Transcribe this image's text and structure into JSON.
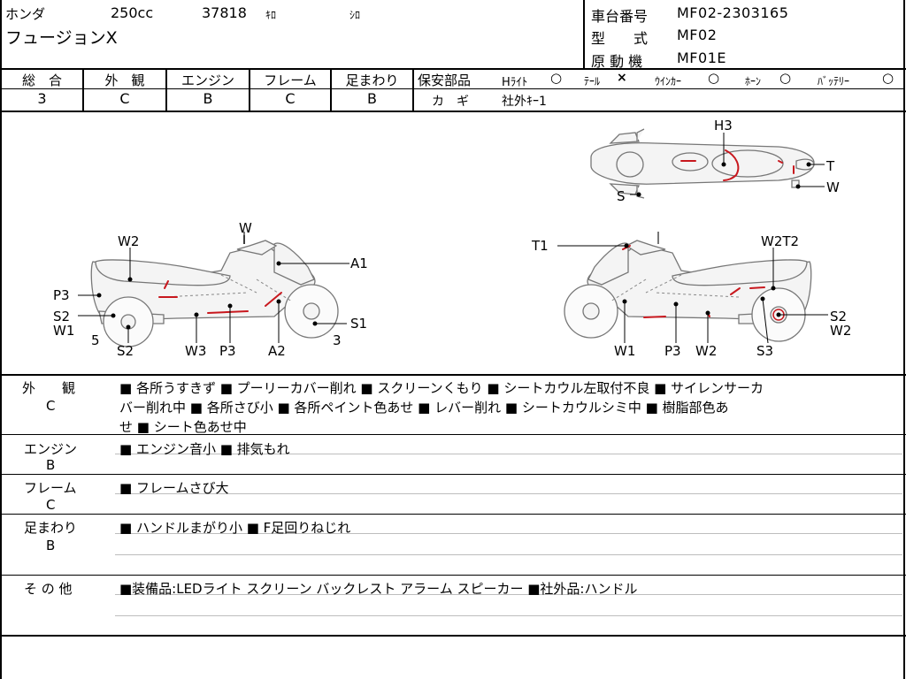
{
  "vehicle": {
    "maker": "ホンダ",
    "displacement": "250cc",
    "mileage": "37818",
    "mileage_unit": "ｷﾛ",
    "color": "ｼﾛ",
    "model_name": "フュージョンX"
  },
  "registration": {
    "frame_no_label": "車台番号",
    "frame_no": "MF02-2303165",
    "model_label": "型　　式",
    "model": "MF02",
    "engine_label": "原 動 機",
    "engine": "MF01E"
  },
  "grades": {
    "overall": {
      "label": "総　合",
      "value": "3"
    },
    "exterior": {
      "label": "外　観",
      "value": "C"
    },
    "engine": {
      "label": "エンジン",
      "value": "B"
    },
    "frame": {
      "label": "フレーム",
      "value": "C"
    },
    "suspension": {
      "label": "足まわり",
      "value": "B"
    }
  },
  "safety": {
    "label": "保安部品",
    "headlight_label": "Hﾗｲﾄ",
    "headlight_mark": "○",
    "tail_label": "ﾃｰﾙ",
    "tail_mark": "×",
    "winker_label": "ｳｲﾝｶｰ",
    "winker_mark": "○",
    "horn_label": "ﾎｰﾝ",
    "horn_mark": "○",
    "battery_label": "ﾊﾞｯﾃﾘｰ",
    "battery_mark": "○",
    "key_label": "カ　ギ",
    "key_value": "社外ｷｰ1"
  },
  "diagram_labels": {
    "top_h3": "H3",
    "top_t": "T",
    "top_w": "W",
    "top_s": "S",
    "left_w": "W",
    "left_w2": "W2",
    "left_a1": "A1",
    "left_p3": "P3",
    "left_s2": "S2",
    "left_w1": "W1",
    "left_s1": "S1",
    "left_5": "5",
    "left_3": "3",
    "left_s2b": "S2",
    "left_w3": "W3",
    "left_p3b": "P3",
    "left_a2": "A2",
    "right_t1": "T1",
    "right_w2t2": "W2T2",
    "right_s2": "S2",
    "right_w2": "W2",
    "right_w1": "W1",
    "right_p3": "P3",
    "right_w2b": "W2",
    "right_s3": "S3"
  },
  "remarks": {
    "exterior": {
      "label": "外　　観",
      "grade": "C",
      "line1": "■ 各所うすきず ■ プーリーカバー削れ ■ スクリーンくもり ■ シートカウル左取付不良 ■ サイレンサーカ",
      "line2": "バー削れ中 ■ 各所さび小 ■ 各所ペイント色あせ ■ レバー削れ ■ シートカウルシミ中 ■ 樹脂部色あ",
      "line3": "せ ■ シート色あせ中"
    },
    "engine": {
      "label": "エンジン",
      "grade": "B",
      "line1": "■ エンジン音小 ■ 排気もれ"
    },
    "frame": {
      "label": "フレーム",
      "grade": "C",
      "line1": "■ フレームさび大"
    },
    "suspension": {
      "label": "足まわり",
      "grade": "B",
      "line1": "■ ハンドルまがり小 ■ F足回りねじれ"
    },
    "other": {
      "label": "そ の 他",
      "line1": "■装備品:LEDライト スクリーン バックレスト アラーム スピーカー ■社外品:ハンドル"
    }
  }
}
